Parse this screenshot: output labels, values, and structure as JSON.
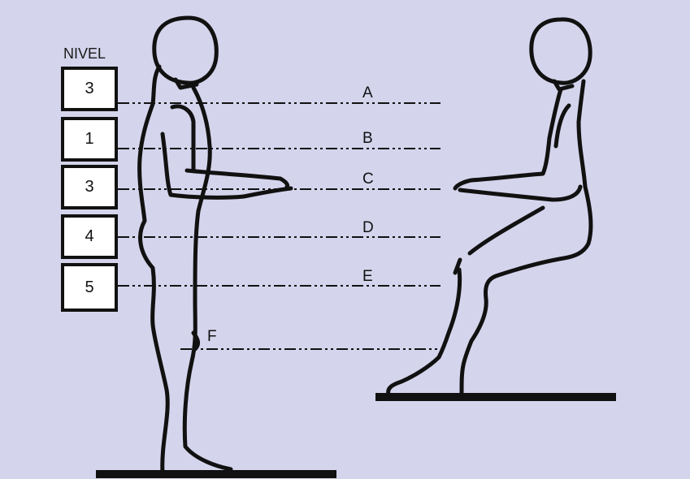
{
  "nivel": {
    "title": "NIVEL",
    "levels": [
      "3",
      "1",
      "3",
      "4",
      "5"
    ]
  },
  "lines": [
    "A",
    "B",
    "C",
    "D",
    "E",
    "F"
  ],
  "colors": {
    "background": "#d4d4ec",
    "ink": "#111111",
    "box_fill": "#ffffff"
  }
}
